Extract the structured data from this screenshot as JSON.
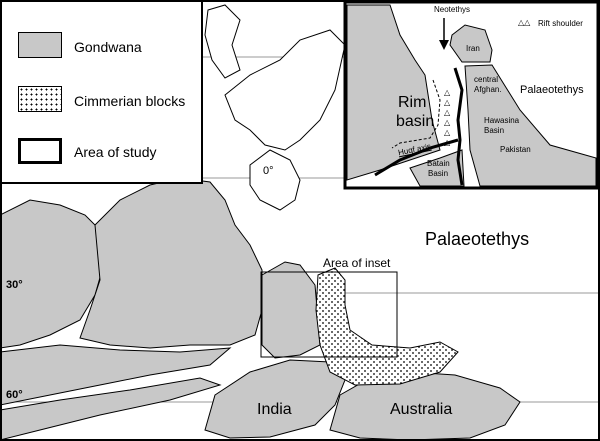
{
  "legend": {
    "items": [
      {
        "label": "Gondwana",
        "swatch": "gray-fill"
      },
      {
        "label": "Cimmerian blocks",
        "swatch": "dotted-fill"
      },
      {
        "label": "Area of study",
        "swatch": "thick-outline"
      }
    ]
  },
  "map": {
    "latitudes": [
      "0°",
      "30°",
      "60°"
    ],
    "labels": {
      "palaeotethys": "Palaeotethys",
      "area_of_inset": "Area of inset",
      "india": "India",
      "australia": "Australia"
    }
  },
  "inset": {
    "neotethys": "Neotethys",
    "rift_shoulder": "Rift shoulder",
    "rift_symbol": "△△",
    "iran": "Iran",
    "central_afghan_1": "central",
    "central_afghan_2": "Afghan.",
    "palaeotethys": "Palaeotethys",
    "rim_1": "Rim",
    "rim_2": "basin",
    "hawasina_1": "Hawasina",
    "hawasina_2": "Basin",
    "pakistan": "Pakistan",
    "huqf_axis": "Huqf axis",
    "batain_1": "Batain",
    "batain_2": "Basin"
  },
  "colors": {
    "land": "#c8c8c8",
    "line": "#000000"
  }
}
